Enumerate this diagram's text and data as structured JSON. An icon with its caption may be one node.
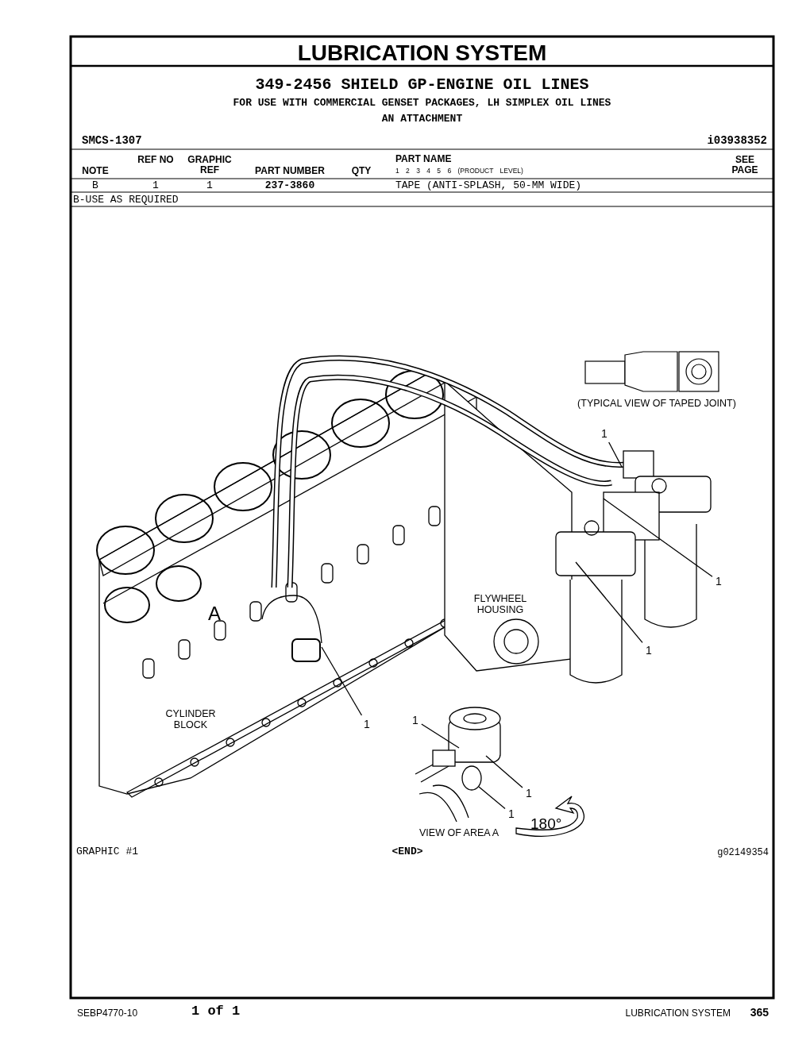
{
  "diagram": {
    "title": "LUBRICATION SYSTEM",
    "nodes": [
      {
        "text": [
          "1"
        ]
      },
      {
        "text": [
          "1"
        ]
      },
      {
        "text": [
          "1"
        ]
      },
      {
        "text": [
          "1"
        ]
      },
      {
        "text": [
          "1"
        ]
      },
      {
        "text": [
          "1"
        ]
      },
      {
        "text": [
          "1"
        ]
      },
      {
        "text": [],
        "shape": "picture",
        "beside": [
          "VIEW OF AREA A"
        ]
      }
    ],
    "edges": [
      {
        "from": 0,
        "to": null,
        "arrow": "none"
      },
      {
        "from": 1,
        "to": null,
        "arrow": "none"
      },
      {
        "from": 2,
        "to": null,
        "arrow": "none"
      },
      {
        "from": 3,
        "to": null,
        "arrow": "none"
      },
      {
        "from": 4,
        "to": 7,
        "arrow": "none"
      },
      {
        "from": 5,
        "to": 7,
        "arrow": "none"
      },
      {
        "from": 6,
        "to": 7,
        "arrow": "none"
      }
    ],
    "labels": [
      "349-2456 SHIELD GP-ENGINE OIL LINES",
      "FOR USE WITH COMMERCIAL GENSET PACKAGES, LH SIMPLEX OIL LINES",
      "AN ATTACHMENT",
      "SMCS-1307",
      "i03938352",
      "NOTE",
      "REF NO",
      "GRAPHIC REF",
      "PART NUMBER",
      "QTY",
      "PART NAME",
      "1 2 3 4 5 6 (PRODUCT LEVEL)",
      "SEE PAGE",
      "B",
      "1",
      "1",
      "237-3860",
      "TAPE (ANTI-SPLASH, 50-MM WIDE)",
      "B-USE AS REQUIRED",
      "(TYPICAL VIEW OF TAPED JOINT)",
      "A",
      "FLYWHEEL HOUSING",
      "CYLINDER BLOCK",
      "180°",
      "GRAPHIC #1",
      "<END>",
      "g02149354",
      "SEBP4770-10",
      "1 of 1",
      "LUBRICATION SYSTEM",
      "365"
    ]
  }
}
